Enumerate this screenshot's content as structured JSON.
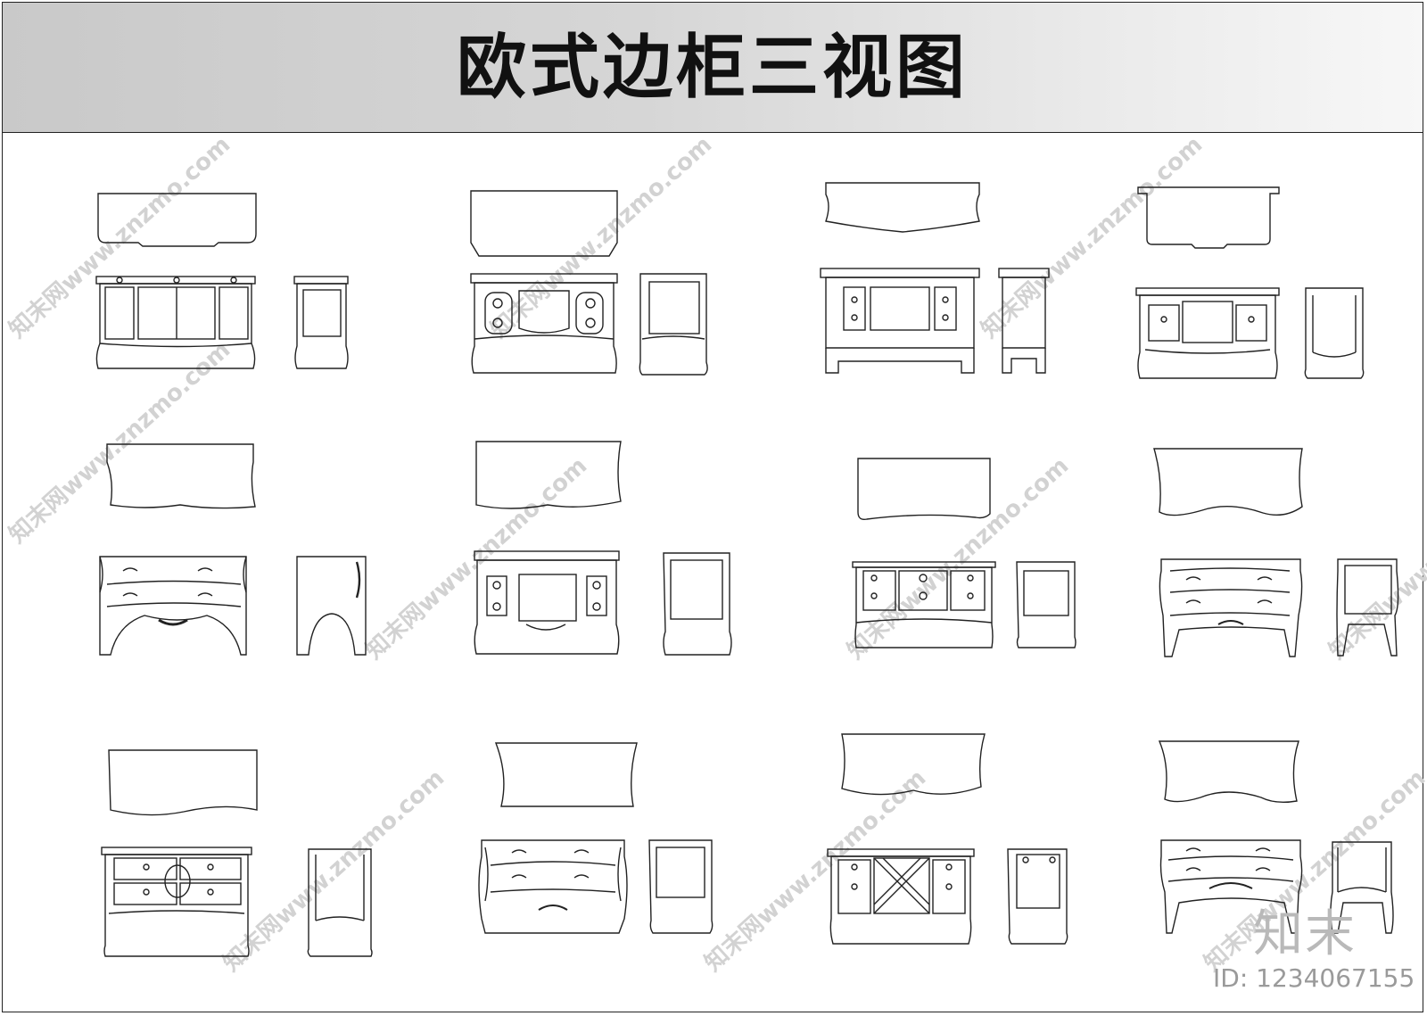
{
  "header": {
    "title": "欧式边柜三视图"
  },
  "drawing": {
    "views": [
      "top-view",
      "front-view",
      "side-view"
    ],
    "cabinet_count": 12,
    "line_color": "#222222",
    "watermark_color": "#cfcfcf"
  },
  "watermark": {
    "text": "知末网www.znzmo.com"
  },
  "brand": {
    "logo": "知末",
    "id": "ID: 1234067155"
  }
}
